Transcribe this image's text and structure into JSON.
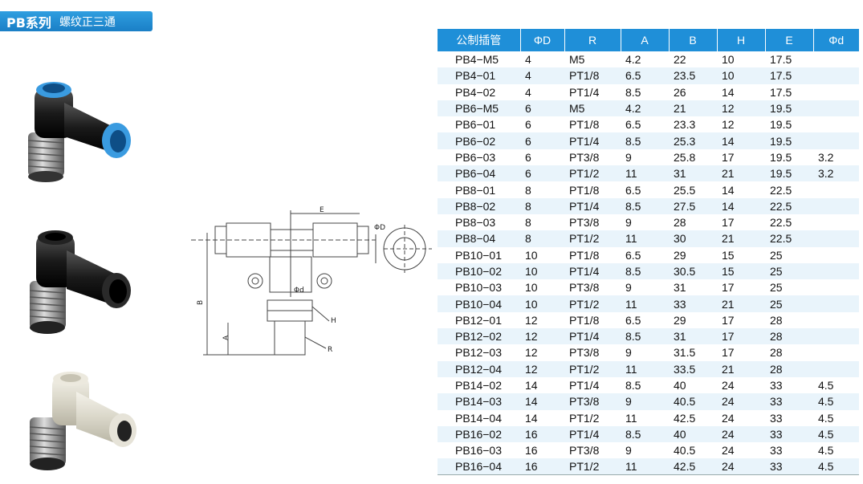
{
  "header": {
    "series": "PB系列",
    "subtitle": "螺纹正三通"
  },
  "drawing_labels": {
    "E": "E",
    "OD": "ΦD",
    "Od": "Φd",
    "B": "B",
    "A": "A",
    "H": "H",
    "R": "R"
  },
  "table": {
    "headers": [
      "公制插管",
      "ΦD",
      "R",
      "A",
      "B",
      "H",
      "E",
      "Φd"
    ],
    "rows": [
      [
        "PB4−M5",
        "4",
        "M5",
        "4.2",
        "22",
        "10",
        "17.5",
        ""
      ],
      [
        "PB4−01",
        "4",
        "PT1/8",
        "6.5",
        "23.5",
        "10",
        "17.5",
        ""
      ],
      [
        "PB4−02",
        "4",
        "PT1/4",
        "8.5",
        "26",
        "14",
        "17.5",
        ""
      ],
      [
        "PB6−M5",
        "6",
        "M5",
        "4.2",
        "21",
        "12",
        "19.5",
        ""
      ],
      [
        "PB6−01",
        "6",
        "PT1/8",
        "6.5",
        "23.3",
        "12",
        "19.5",
        ""
      ],
      [
        "PB6−02",
        "6",
        "PT1/4",
        "8.5",
        "25.3",
        "14",
        "19.5",
        ""
      ],
      [
        "PB6−03",
        "6",
        "PT3/8",
        "9",
        "25.8",
        "17",
        "19.5",
        "3.2"
      ],
      [
        "PB6−04",
        "6",
        "PT1/2",
        "11",
        "31",
        "21",
        "19.5",
        "3.2"
      ],
      [
        "PB8−01",
        "8",
        "PT1/8",
        "6.5",
        "25.5",
        "14",
        "22.5",
        ""
      ],
      [
        "PB8−02",
        "8",
        "PT1/4",
        "8.5",
        "27.5",
        "14",
        "22.5",
        ""
      ],
      [
        "PB8−03",
        "8",
        "PT3/8",
        "9",
        "28",
        "17",
        "22.5",
        ""
      ],
      [
        "PB8−04",
        "8",
        "PT1/2",
        "11",
        "30",
        "21",
        "22.5",
        ""
      ],
      [
        "PB10−01",
        "10",
        "PT1/8",
        "6.5",
        "29",
        "15",
        "25",
        ""
      ],
      [
        "PB10−02",
        "10",
        "PT1/4",
        "8.5",
        "30.5",
        "15",
        "25",
        ""
      ],
      [
        "PB10−03",
        "10",
        "PT3/8",
        "9",
        "31",
        "17",
        "25",
        ""
      ],
      [
        "PB10−04",
        "10",
        "PT1/2",
        "11",
        "33",
        "21",
        "25",
        ""
      ],
      [
        "PB12−01",
        "12",
        "PT1/8",
        "6.5",
        "29",
        "17",
        "28",
        ""
      ],
      [
        "PB12−02",
        "12",
        "PT1/4",
        "8.5",
        "31",
        "17",
        "28",
        ""
      ],
      [
        "PB12−03",
        "12",
        "PT3/8",
        "9",
        "31.5",
        "17",
        "28",
        ""
      ],
      [
        "PB12−04",
        "12",
        "PT1/2",
        "11",
        "33.5",
        "21",
        "28",
        ""
      ],
      [
        "PB14−02",
        "14",
        "PT1/4",
        "8.5",
        "40",
        "24",
        "33",
        "4.5"
      ],
      [
        "PB14−03",
        "14",
        "PT3/8",
        "9",
        "40.5",
        "24",
        "33",
        "4.5"
      ],
      [
        "PB14−04",
        "14",
        "PT1/2",
        "11",
        "42.5",
        "24",
        "33",
        "4.5"
      ],
      [
        "PB16−02",
        "16",
        "PT1/4",
        "8.5",
        "40",
        "24",
        "33",
        "4.5"
      ],
      [
        "PB16−03",
        "16",
        "PT3/8",
        "9",
        "40.5",
        "24",
        "33",
        "4.5"
      ],
      [
        "PB16−04",
        "16",
        "PT1/2",
        "11",
        "42.5",
        "24",
        "33",
        "4.5"
      ]
    ]
  }
}
